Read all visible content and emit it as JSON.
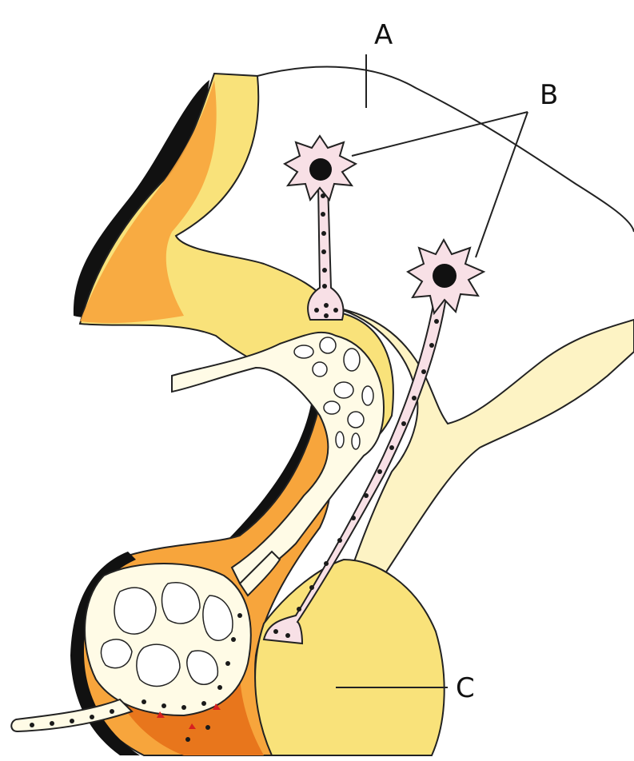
{
  "labels": {
    "a": "A",
    "b": "B",
    "c": "C"
  },
  "colors": {
    "outline": "#222222",
    "hypothalamus": "#ffffff",
    "stalk_light": "#fdf3c4",
    "gland_yellow": "#f9e27a",
    "gland_orange": "#f7a53c",
    "gland_dark_orange": "#e8761c",
    "shadow": "#111111",
    "neuron_fill": "#f8e0e6",
    "vessel_fill": "#fffbe6",
    "dot": "#1a1a1a"
  }
}
